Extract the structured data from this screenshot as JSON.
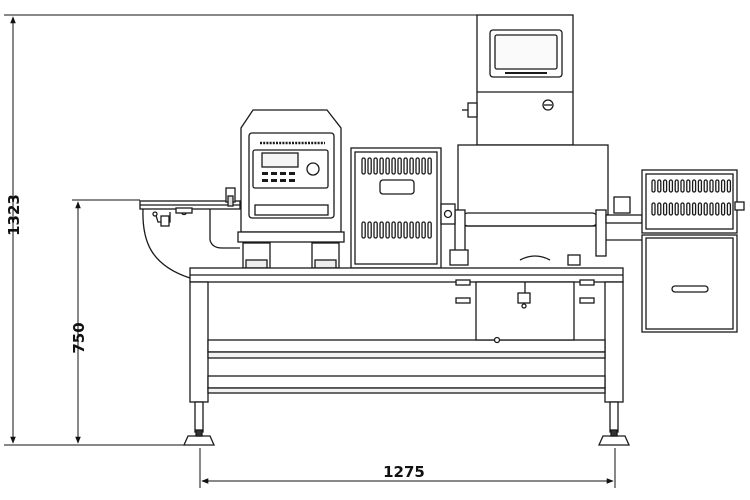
{
  "dimensions": {
    "overall_height": "1323",
    "conveyor_height": "750",
    "base_width": "1275"
  },
  "colors": {
    "line": "#1a1a1a",
    "fill": "#ffffff",
    "shade": "#f2f2f2"
  }
}
